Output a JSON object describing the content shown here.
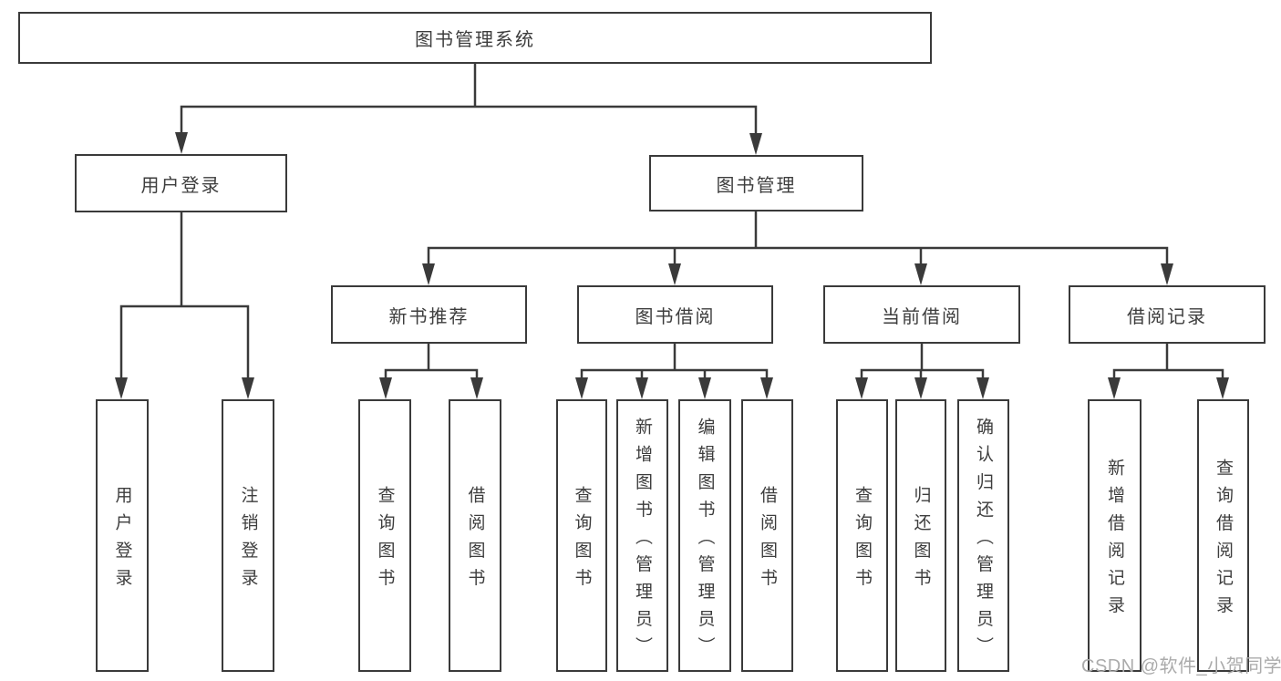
{
  "diagram_type": "hierarchy-tree",
  "tree": {
    "label": "图书管理系统",
    "children": [
      {
        "label": "用户登录",
        "children": [
          {
            "label": "用户登录"
          },
          {
            "label": "注销登录"
          }
        ]
      },
      {
        "label": "图书管理",
        "children": [
          {
            "label": "新书推荐",
            "children": [
              {
                "label": "查询图书"
              },
              {
                "label": "借阅图书"
              }
            ]
          },
          {
            "label": "图书借阅",
            "children": [
              {
                "label": "查询图书"
              },
              {
                "label": "新增图书（管理员）"
              },
              {
                "label": "编辑图书（管理员）"
              },
              {
                "label": "借阅图书"
              }
            ]
          },
          {
            "label": "当前借阅",
            "children": [
              {
                "label": "查询图书"
              },
              {
                "label": "归还图书"
              },
              {
                "label": "确认归还（管理员）"
              }
            ]
          },
          {
            "label": "借阅记录",
            "children": [
              {
                "label": "新增借阅记录"
              },
              {
                "label": "查询借阅记录"
              }
            ]
          }
        ]
      }
    ]
  },
  "watermark": {
    "text": "CSDN @软件_小贺同学"
  },
  "colors": {
    "line": "#3a3a3a",
    "box_border": "#3a3a3a",
    "text": "#3d3d3d",
    "watermark": "#ababab",
    "background": "#ffffff"
  }
}
